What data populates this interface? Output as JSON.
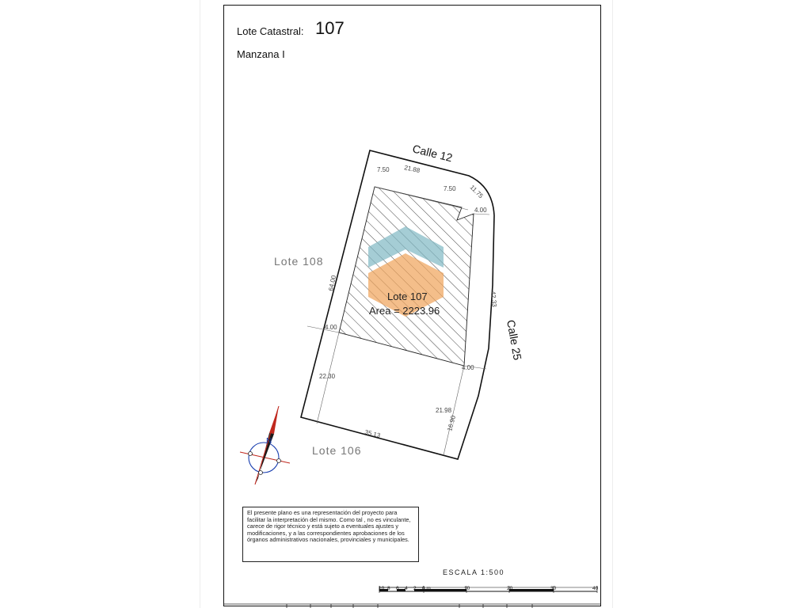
{
  "title": {
    "label": "Lote Catastral:",
    "value": "107"
  },
  "subtitle": "Manzana I",
  "streets": {
    "north": "Calle 12",
    "east": "Calle 25"
  },
  "neighbors": {
    "west": "Lote 108",
    "south": "Lote 106"
  },
  "lot": {
    "name": "Lote 107",
    "area": "Area = 2223.96"
  },
  "dimensions": {
    "front_setback_left": "7.50",
    "north_side": "21.88",
    "front_setback_right": "7.50",
    "corner_arc": "11.75",
    "side_setback_top_right": "4.00",
    "west_side": "64.00",
    "side_setback_left": "4.00",
    "east_side": "42.33",
    "side_setback_bottom_right": "4.00",
    "rear_left": "22.30",
    "rear_right": "21.98",
    "south_side": "35.13",
    "east_lower": "16.90"
  },
  "compass": {
    "north_letter": "N"
  },
  "disclaimer": "El presente plano es una representación del proyecto para facilitar la interpretación del mismo. Como tal , no es vinculante, carece de rigor técnico y está sujeto a eventuales ajustes y modificaciones, y a las correspondientes aprobaciones de los órganos administrativos nacionales, provinciales y municipales.",
  "scale": {
    "label": "ESCALA 1:500",
    "ticks": [
      "10",
      "8",
      "6",
      "4",
      "2",
      "0 m",
      "10",
      "20",
      "30",
      "40"
    ]
  },
  "colors": {
    "watermark_teal": "#7fb8c4",
    "watermark_orange": "#f0a35a",
    "compass_red": "#c0281e"
  }
}
